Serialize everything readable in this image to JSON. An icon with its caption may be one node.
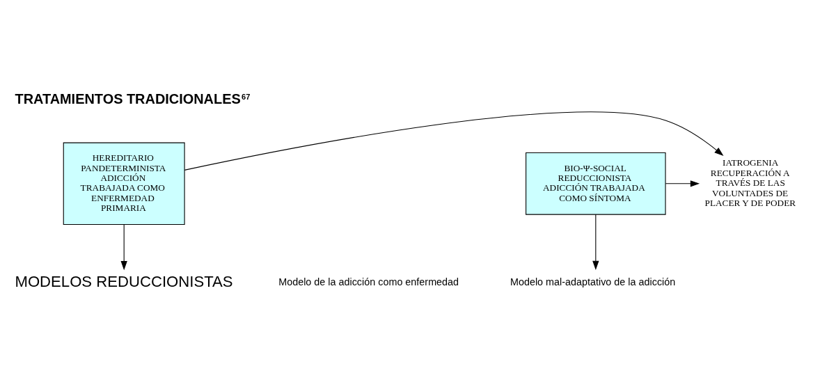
{
  "diagram": {
    "title": "TRATAMIENTOS TRADICIONALES$^{67}$",
    "nodes": [
      {
        "text": [
          "HEREDITARIO PANDETERMINISTA",
          "ADICCIÓN TRABAJADA COMO ENFERMEDAD PRIMARIA"
        ]
      },
      {
        "text": [
          "IATROGENIA",
          "RECUPERACIÓN A TRAVÉS DE LAS VOLUNTADES DE PLACER Y DE PODER"
        ]
      },
      {
        "text": [
          "BIO-Ψ-SOCIAL REDUCCIONISTA",
          "ADICCIÓN TRABAJADA COMO SÍNTOMA"
        ]
      },
      {
        "text": [
          "MODELOS REDUCCIONISTAS"
        ]
      },
      {
        "text": [
          "Modelo mal-adaptativo de la adicción"
        ]
      }
    ],
    "edges": [
      {
        "from": 0,
        "to": 1,
        "arrow": "to"
      },
      {
        "from": 0,
        "to": 3,
        "arrow": "to"
      },
      {
        "from": 2,
        "to": 1,
        "arrow": "to"
      },
      {
        "from": 2,
        "to": 4,
        "arrow": "to"
      }
    ],
    "labels": [
      "Modelo de la adicción como enfermedad"
    ]
  }
}
